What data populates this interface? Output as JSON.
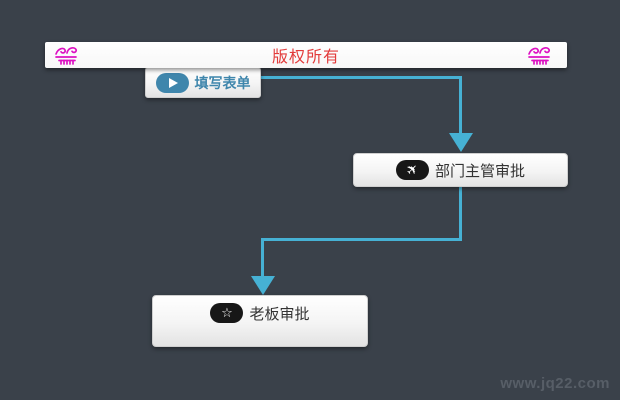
{
  "canvas": {
    "background_color": "#3a414a"
  },
  "banner": {
    "text": "版权所有",
    "text_color": "#e23b3b",
    "icon": "wind-icon",
    "icon_color": "#dd12c3"
  },
  "flowchart": {
    "connector_color": "#46b1d4",
    "nodes": [
      {
        "id": "fill-form",
        "label": "填写表单",
        "icon": "play-icon",
        "accent": "#3f86ac"
      },
      {
        "id": "dept-approval",
        "label": "部门主管审批",
        "icon": "plane-icon",
        "glyph": "✈"
      },
      {
        "id": "boss-approval",
        "label": "老板审批",
        "icon": "star-icon",
        "glyph": "☆"
      }
    ],
    "connections": [
      {
        "from": "fill-form",
        "to": "dept-approval"
      },
      {
        "from": "dept-approval",
        "to": "boss-approval"
      }
    ]
  },
  "watermark": {
    "text": "www.jq22.com"
  }
}
